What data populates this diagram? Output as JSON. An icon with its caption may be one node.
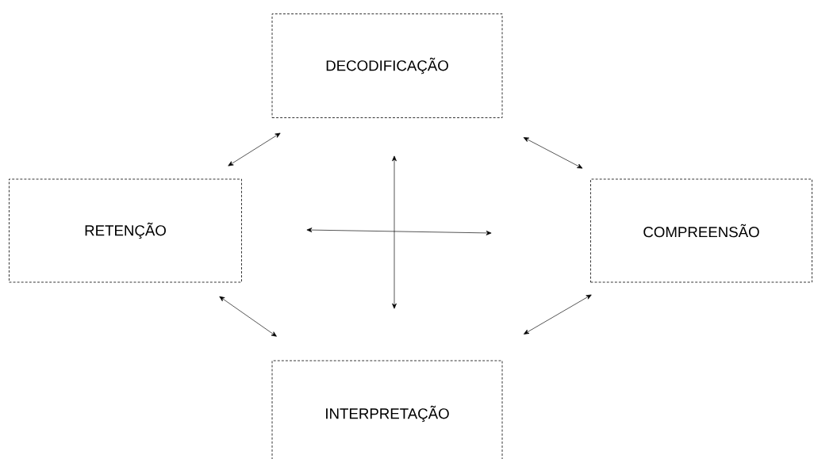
{
  "diagram": {
    "nodes": [
      {
        "text": [
          "DECODIFICAÇÃO"
        ]
      },
      {
        "text": [
          "RETENÇÃO"
        ]
      },
      {
        "text": [
          "COMPREENSÃO"
        ]
      },
      {
        "text": [
          "INTERPRETAÇÃO"
        ]
      }
    ],
    "edges": [
      {
        "from": 1,
        "to": 0,
        "arrow": "both"
      },
      {
        "from": 0,
        "to": 2,
        "arrow": "both"
      },
      {
        "from": 1,
        "to": 3,
        "arrow": "both"
      },
      {
        "from": 3,
        "to": 2,
        "arrow": "both"
      }
    ]
  }
}
